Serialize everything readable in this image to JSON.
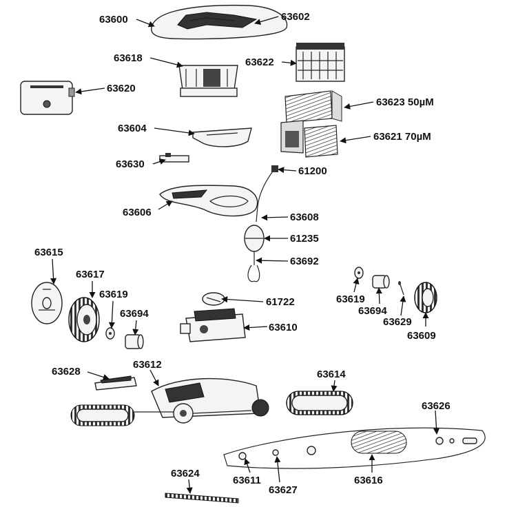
{
  "diagram": {
    "labels": [
      "63600",
      "63602",
      "63618",
      "63622",
      "63620",
      "63623 50µM",
      "63621 70µM",
      "63604",
      "63630",
      "61200",
      "63606",
      "63608",
      "61235",
      "63692",
      "63615",
      "63617",
      "63619",
      "63694",
      "61722",
      "63610",
      "63619",
      "63694",
      "63629",
      "63609",
      "63628",
      "63612",
      "63614",
      "63626",
      "63611",
      "63627",
      "63616",
      "63624"
    ]
  }
}
